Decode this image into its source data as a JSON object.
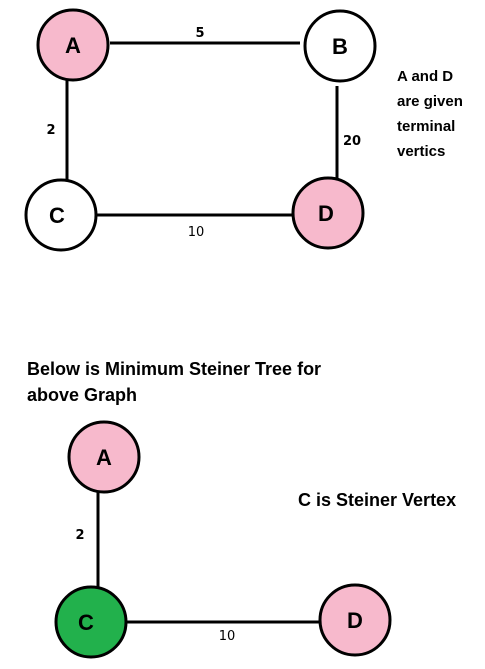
{
  "top_graph": {
    "nodes": {
      "A": {
        "label": "A",
        "fill": "#F7B9CC"
      },
      "B": {
        "label": "B",
        "fill": "#FFFFFF"
      },
      "C": {
        "label": "C",
        "fill": "#FFFFFF"
      },
      "D": {
        "label": "D",
        "fill": "#F7B9CC"
      }
    },
    "edges": {
      "AB": "5",
      "AC": "2",
      "BD": "20",
      "CD": "10"
    },
    "note_lines": [
      "A and D",
      "are given",
      "terminal",
      "vertics"
    ]
  },
  "heading_lines": [
    "Below is Minimum Steiner Tree for",
    "above Graph"
  ],
  "bottom_graph": {
    "nodes": {
      "A": {
        "label": "A",
        "fill": "#F7B9CC"
      },
      "C": {
        "label": "C",
        "fill": "#22B14C"
      },
      "D": {
        "label": "D",
        "fill": "#F7B9CC"
      }
    },
    "edges": {
      "AC": "2",
      "CD": "10"
    },
    "note": "C is Steiner Vertex"
  }
}
